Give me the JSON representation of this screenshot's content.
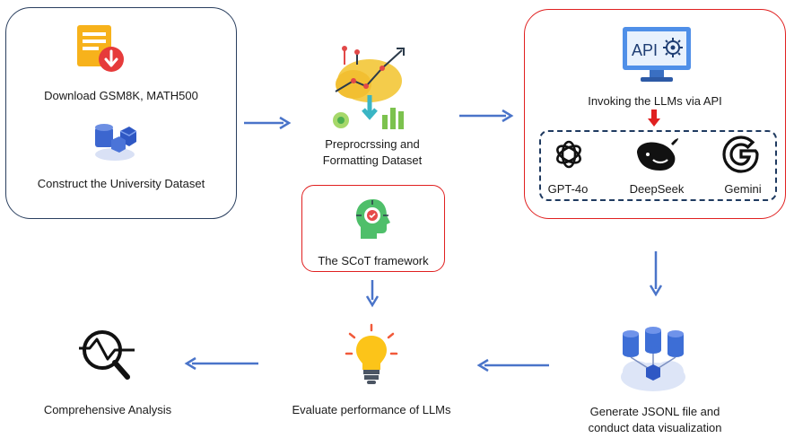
{
  "step_download": {
    "label": "Download GSM8K, MATH500",
    "icon": "download-document-icon"
  },
  "step_construct": {
    "label": "Construct the University Dataset",
    "icon": "database-cubes-icon"
  },
  "step_preprocess": {
    "label_line1": "Preprocrssing and",
    "label_line2": "Formatting Dataset",
    "icon": "data-processing-cloud-icon"
  },
  "step_invoke": {
    "label": "Invoking the LLMs via API",
    "api_text": "API",
    "icon": "api-monitor-icon"
  },
  "models": [
    {
      "name": "GPT-4o",
      "icon": "openai-logo-icon"
    },
    {
      "name": "DeepSeek",
      "icon": "deepseek-whale-icon"
    },
    {
      "name": "Gemini",
      "icon": "google-g-icon"
    }
  ],
  "step_scot": {
    "label": "The SCoT framework",
    "icon": "head-brain-icon"
  },
  "step_jsonl": {
    "label_line1": "Generate JSONL file and",
    "label_line2": "conduct data visualization",
    "icon": "cloud-database-icon"
  },
  "step_evaluate": {
    "label": "Evaluate performance of LLMs",
    "icon": "lightbulb-icon"
  },
  "step_analysis": {
    "label": "Comprehensive Analysis",
    "icon": "analysis-magnifier-icon"
  },
  "colors": {
    "arrow": "#4a74c9",
    "red_border": "#e02020",
    "dark_border": "#1f3a60",
    "dashed": "#1f3a60"
  }
}
